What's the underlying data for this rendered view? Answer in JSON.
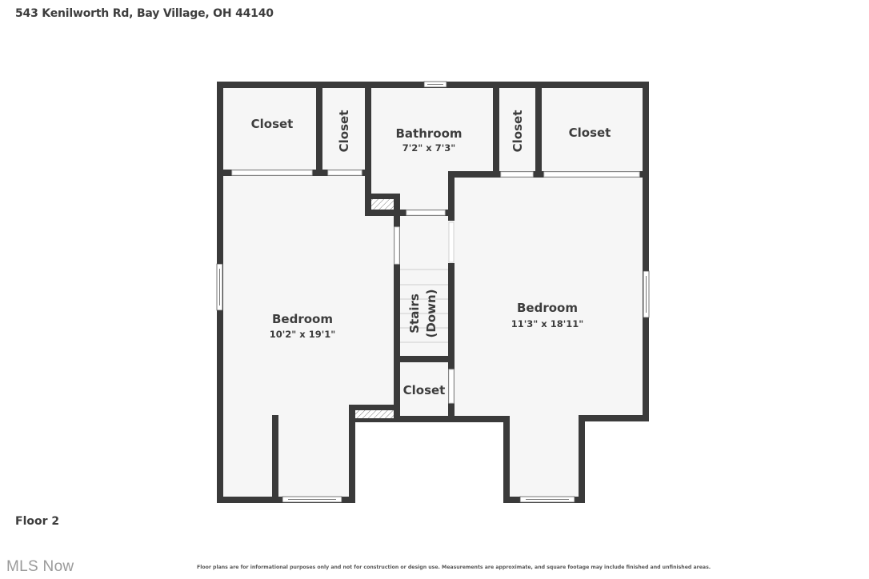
{
  "header": {
    "address": "543 Kenilworth Rd, Bay Village, OH 44140"
  },
  "floor": {
    "label": "Floor 2"
  },
  "footer": {
    "brand": "MLS Now",
    "disclaimer": "Floor plans are for informational purposes only and not for construction or design use. Measurements are approximate, and square footage may include finished and unfinished areas."
  },
  "colors": {
    "wall": "#3a3a3a",
    "floor": "#f6f6f6",
    "text": "#3d3d3d",
    "background": "#ffffff"
  },
  "rooms": {
    "closet_top_left": {
      "name": "Closet"
    },
    "closet_top_left_narrow": {
      "name": "Closet"
    },
    "bathroom": {
      "name": "Bathroom",
      "dimensions": "7'2\" x 7'3\""
    },
    "closet_top_right_narrow": {
      "name": "Closet"
    },
    "closet_top_right": {
      "name": "Closet"
    },
    "bedroom_left": {
      "name": "Bedroom",
      "dimensions": "10'2\" x 19'1\""
    },
    "stairs": {
      "name": "Stairs",
      "note": "(Down)"
    },
    "closet_center": {
      "name": "Closet"
    },
    "bedroom_right": {
      "name": "Bedroom",
      "dimensions": "11'3\" x 18'11\""
    }
  }
}
